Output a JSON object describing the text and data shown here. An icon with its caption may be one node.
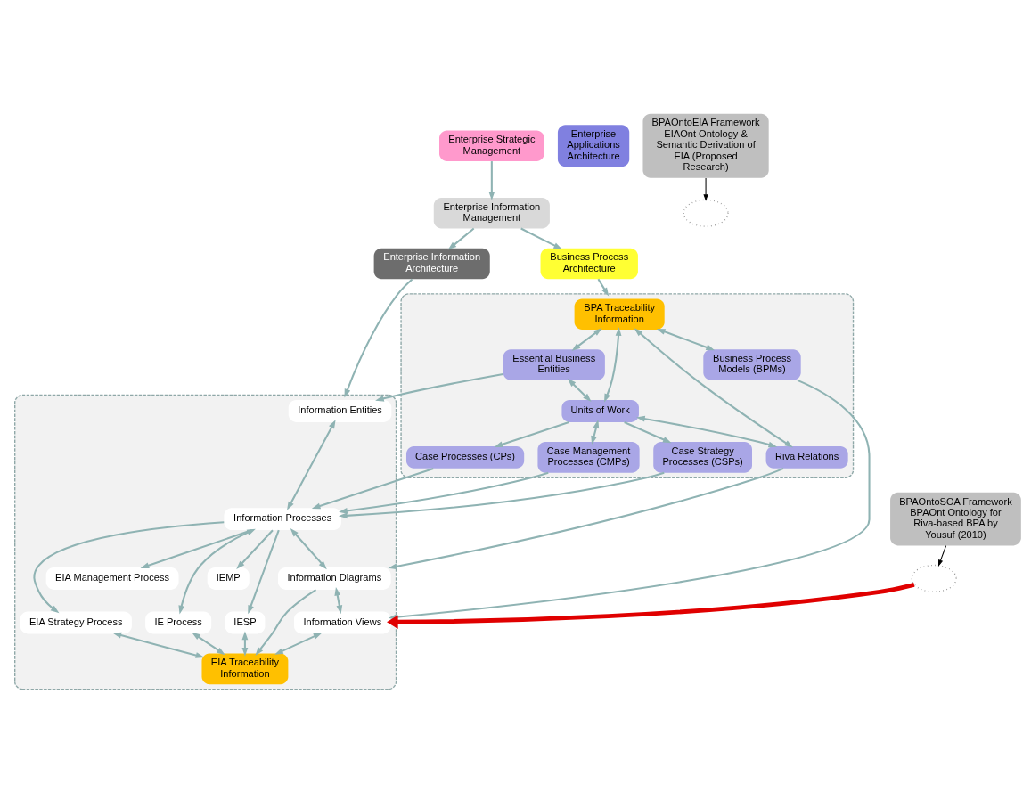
{
  "diagram": {
    "nodes": [
      {
        "text": [
          "Enterprise Strategic Management"
        ]
      },
      {
        "text": [
          "Enterprise Information Management"
        ]
      },
      {
        "text": [
          "Business Process Architecture"
        ]
      },
      {
        "text": [
          "Enterprise Information Architecture"
        ]
      },
      {
        "text": [],
        "shape": "box"
      },
      {
        "text": [
          "BPA Traceability",
          "Information"
        ],
        "in": 4
      },
      {
        "text": [
          "Essential Business Entities"
        ],
        "in": 4
      },
      {
        "text": [
          "Units of Work"
        ],
        "in": 4
      },
      {
        "text": [
          "Riva Relations"
        ],
        "in": 4
      },
      {
        "text": [
          "Business Process Models (BPMs)"
        ],
        "in": 4
      },
      {
        "text": [
          "Case Processes (CPs)"
        ],
        "in": 4
      },
      {
        "text": [
          "Case Management Processes (CMPs)"
        ],
        "in": 4
      },
      {
        "text": [
          "Case Strategy Processes (CSPs)"
        ],
        "in": 4
      },
      {
        "text": [],
        "shape": "box"
      },
      {
        "text": [
          "Information Entities"
        ],
        "in": 13
      },
      {
        "text": [
          "Information Processes"
        ],
        "in": 13
      },
      {
        "text": [
          "Information Diagrams"
        ],
        "in": 13
      },
      {
        "text": [
          "Information Views"
        ],
        "in": 13
      },
      {
        "text": [
          "EIA Strategy Process"
        ],
        "in": 13
      },
      {
        "text": [
          "EIA Management Process"
        ],
        "in": 13
      },
      {
        "text": [
          "IE Process"
        ],
        "in": 13
      },
      {
        "text": [
          "IEMP"
        ],
        "in": 13
      },
      {
        "text": [
          "IESP"
        ],
        "in": 13
      },
      {
        "text": [
          "EIA Traceability",
          "Information"
        ],
        "in": 13
      },
      {
        "text": [
          "Enterprise Applications Architecture"
        ]
      },
      {
        "text": [
          "BPAOntoSOA Framework",
          "BPAOnt Ontology for Riva-based BPA by Yousuf (2010)"
        ]
      },
      {
        "text": [
          "BPAOntoEIA Framework",
          "EIAOnt Ontology & Semantic Derivation of EIA (Proposed Research)"
        ]
      },
      {
        "text": [],
        "shape": "ellipse"
      },
      {
        "text": [],
        "shape": "ellipse"
      }
    ],
    "edges": [
      {
        "from": 0,
        "to": 1,
        "arrow": "to"
      },
      {
        "from": 1,
        "to": 2,
        "arrow": "to"
      },
      {
        "from": 1,
        "to": 3,
        "arrow": "to"
      },
      {
        "from": 2,
        "to": 4,
        "arrow": "to"
      },
      {
        "from": 3,
        "to": 13,
        "arrow": "to"
      },
      {
        "from": 5,
        "to": 6,
        "arrow": "both"
      },
      {
        "from": 5,
        "to": 7,
        "arrow": "both"
      },
      {
        "from": 5,
        "to": 8,
        "arrow": "both"
      },
      {
        "from": 5,
        "to": 9,
        "arrow": "both"
      },
      {
        "from": 6,
        "to": 7,
        "arrow": "both"
      },
      {
        "from": 7,
        "to": 8,
        "arrow": "both"
      },
      {
        "from": 7,
        "to": 10,
        "arrow": "to"
      },
      {
        "from": 7,
        "to": 11,
        "arrow": "both"
      },
      {
        "from": 7,
        "to": 12,
        "arrow": "to"
      },
      {
        "from": 6,
        "to": 14,
        "arrow": "to"
      },
      {
        "from": 10,
        "to": 15,
        "arrow": "to"
      },
      {
        "from": 11,
        "to": 15,
        "arrow": "to"
      },
      {
        "from": 12,
        "to": 15,
        "arrow": "to"
      },
      {
        "from": 8,
        "to": 16,
        "arrow": "to"
      },
      {
        "from": 9,
        "to": 17,
        "arrow": "to"
      },
      {
        "from": 14,
        "to": 15,
        "arrow": "both"
      },
      {
        "from": 15,
        "to": 16,
        "arrow": "both"
      },
      {
        "from": 16,
        "to": 17,
        "arrow": "both"
      },
      {
        "from": 15,
        "to": 18,
        "arrow": "to"
      },
      {
        "from": 15,
        "to": 19,
        "arrow": "to"
      },
      {
        "from": 15,
        "to": 20,
        "arrow": "both"
      },
      {
        "from": 15,
        "to": 21,
        "arrow": "to"
      },
      {
        "from": 15,
        "to": 22,
        "arrow": "to"
      },
      {
        "from": 18,
        "to": 23,
        "arrow": "both"
      },
      {
        "from": 20,
        "to": 23,
        "arrow": "both"
      },
      {
        "from": 22,
        "to": 23,
        "arrow": "both"
      },
      {
        "from": 16,
        "to": 23,
        "arrow": "to"
      },
      {
        "from": 17,
        "to": 23,
        "arrow": "both"
      },
      {
        "from": 25,
        "to": 27,
        "arrow": "to",
        "color": "#000000"
      },
      {
        "from": 26,
        "to": 28,
        "arrow": "to",
        "color": "#000000"
      },
      {
        "from": 27,
        "to": 17,
        "arrow": "to",
        "style": "thick",
        "color": "#e00000"
      }
    ]
  }
}
